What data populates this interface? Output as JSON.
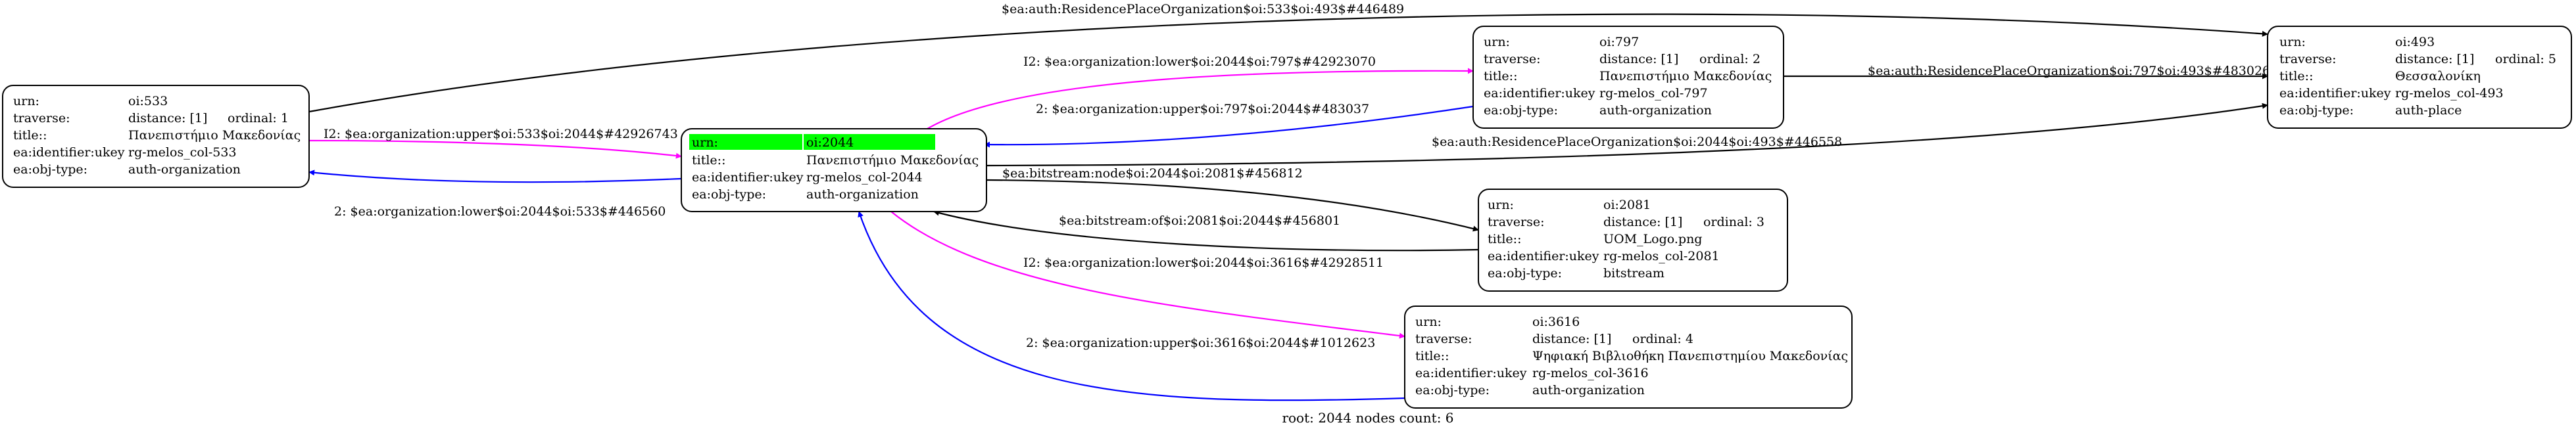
{
  "colors": {
    "upper": "#0000ff",
    "lower": "#ff00ff",
    "default": "#000000",
    "highlight": "#00ff00"
  },
  "nodes": {
    "n533": {
      "rows": [
        {
          "k": "urn:",
          "v": "oi:533"
        },
        {
          "k": "traverse:",
          "v": "distance: [1]",
          "v2": "ordinal: 1"
        },
        {
          "k": "title::",
          "v": "Πανεπιστήμιο Μακεδονίας"
        },
        {
          "k": "ea:identifier:ukey",
          "v": "rg-melos_col-533"
        },
        {
          "k": "ea:obj-type:",
          "v": "auth-organization"
        }
      ]
    },
    "n2044": {
      "rows": [
        {
          "k": "urn:",
          "v": "oi:2044"
        },
        {
          "k": "title::",
          "v": "Πανεπιστήμιο Μακεδονίας"
        },
        {
          "k": "ea:identifier:ukey",
          "v": "rg-melos_col-2044"
        },
        {
          "k": "ea:obj-type:",
          "v": "auth-organization"
        }
      ]
    },
    "n797": {
      "rows": [
        {
          "k": "urn:",
          "v": "oi:797"
        },
        {
          "k": "traverse:",
          "v": "distance: [1]",
          "v2": "ordinal: 2"
        },
        {
          "k": "title::",
          "v": "Πανεπιστήμιο Μακεδονίας"
        },
        {
          "k": "ea:identifier:ukey",
          "v": "rg-melos_col-797"
        },
        {
          "k": "ea:obj-type:",
          "v": "auth-organization"
        }
      ]
    },
    "n493": {
      "rows": [
        {
          "k": "urn:",
          "v": "oi:493"
        },
        {
          "k": "traverse:",
          "v": "distance: [1]",
          "v2": "ordinal: 5"
        },
        {
          "k": "title::",
          "v": "Θεσσαλονίκη"
        },
        {
          "k": "ea:identifier:ukey",
          "v": "rg-melos_col-493"
        },
        {
          "k": "ea:obj-type:",
          "v": "auth-place"
        }
      ]
    },
    "n2081": {
      "rows": [
        {
          "k": "urn:",
          "v": "oi:2081"
        },
        {
          "k": "traverse:",
          "v": "distance: [1]",
          "v2": "ordinal: 3"
        },
        {
          "k": "title::",
          "v": "UOM_Logo.png"
        },
        {
          "k": "ea:identifier:ukey",
          "v": "rg-melos_col-2081"
        },
        {
          "k": "ea:obj-type:",
          "v": "bitstream"
        }
      ]
    },
    "n3616": {
      "rows": [
        {
          "k": "urn:",
          "v": "oi:3616"
        },
        {
          "k": "traverse:",
          "v": "distance: [1]",
          "v2": "ordinal: 4"
        },
        {
          "k": "title::",
          "v": "Ψηφιακή Βιβλιοθήκη Πανεπιστημίου Μακεδονίας"
        },
        {
          "k": "ea:identifier:ukey",
          "v": "rg-melos_col-3616"
        },
        {
          "k": "ea:obj-type:",
          "v": "auth-organization"
        }
      ]
    }
  },
  "edges": {
    "e533_493": "$ea:auth:ResidencePlaceOrganization$oi:533$oi:493$#446489",
    "e533_2044": "I2: $ea:organization:upper$oi:533$oi:2044$#42926743",
    "e2044_533": "2: $ea:organization:lower$oi:2044$oi:533$#446560",
    "e2044_797": "I2: $ea:organization:lower$oi:2044$oi:797$#42923070",
    "e797_2044": "2: $ea:organization:upper$oi:797$oi:2044$#483037",
    "e797_493": "$ea:auth:ResidencePlaceOrganization$oi:797$oi:493$#483026",
    "e2044_493": "$ea:auth:ResidencePlaceOrganization$oi:2044$oi:493$#446558",
    "e2044_2081": "$ea:bitstream:node$oi:2044$oi:2081$#456812",
    "e2081_2044": "$ea:bitstream:of$oi:2081$oi:2044$#456801",
    "e2044_3616": "I2: $ea:organization:lower$oi:2044$oi:3616$#42928511",
    "e3616_2044": "2: $ea:organization:upper$oi:3616$oi:2044$#1012623"
  },
  "footer": "root: 2044 nodes count: 6"
}
